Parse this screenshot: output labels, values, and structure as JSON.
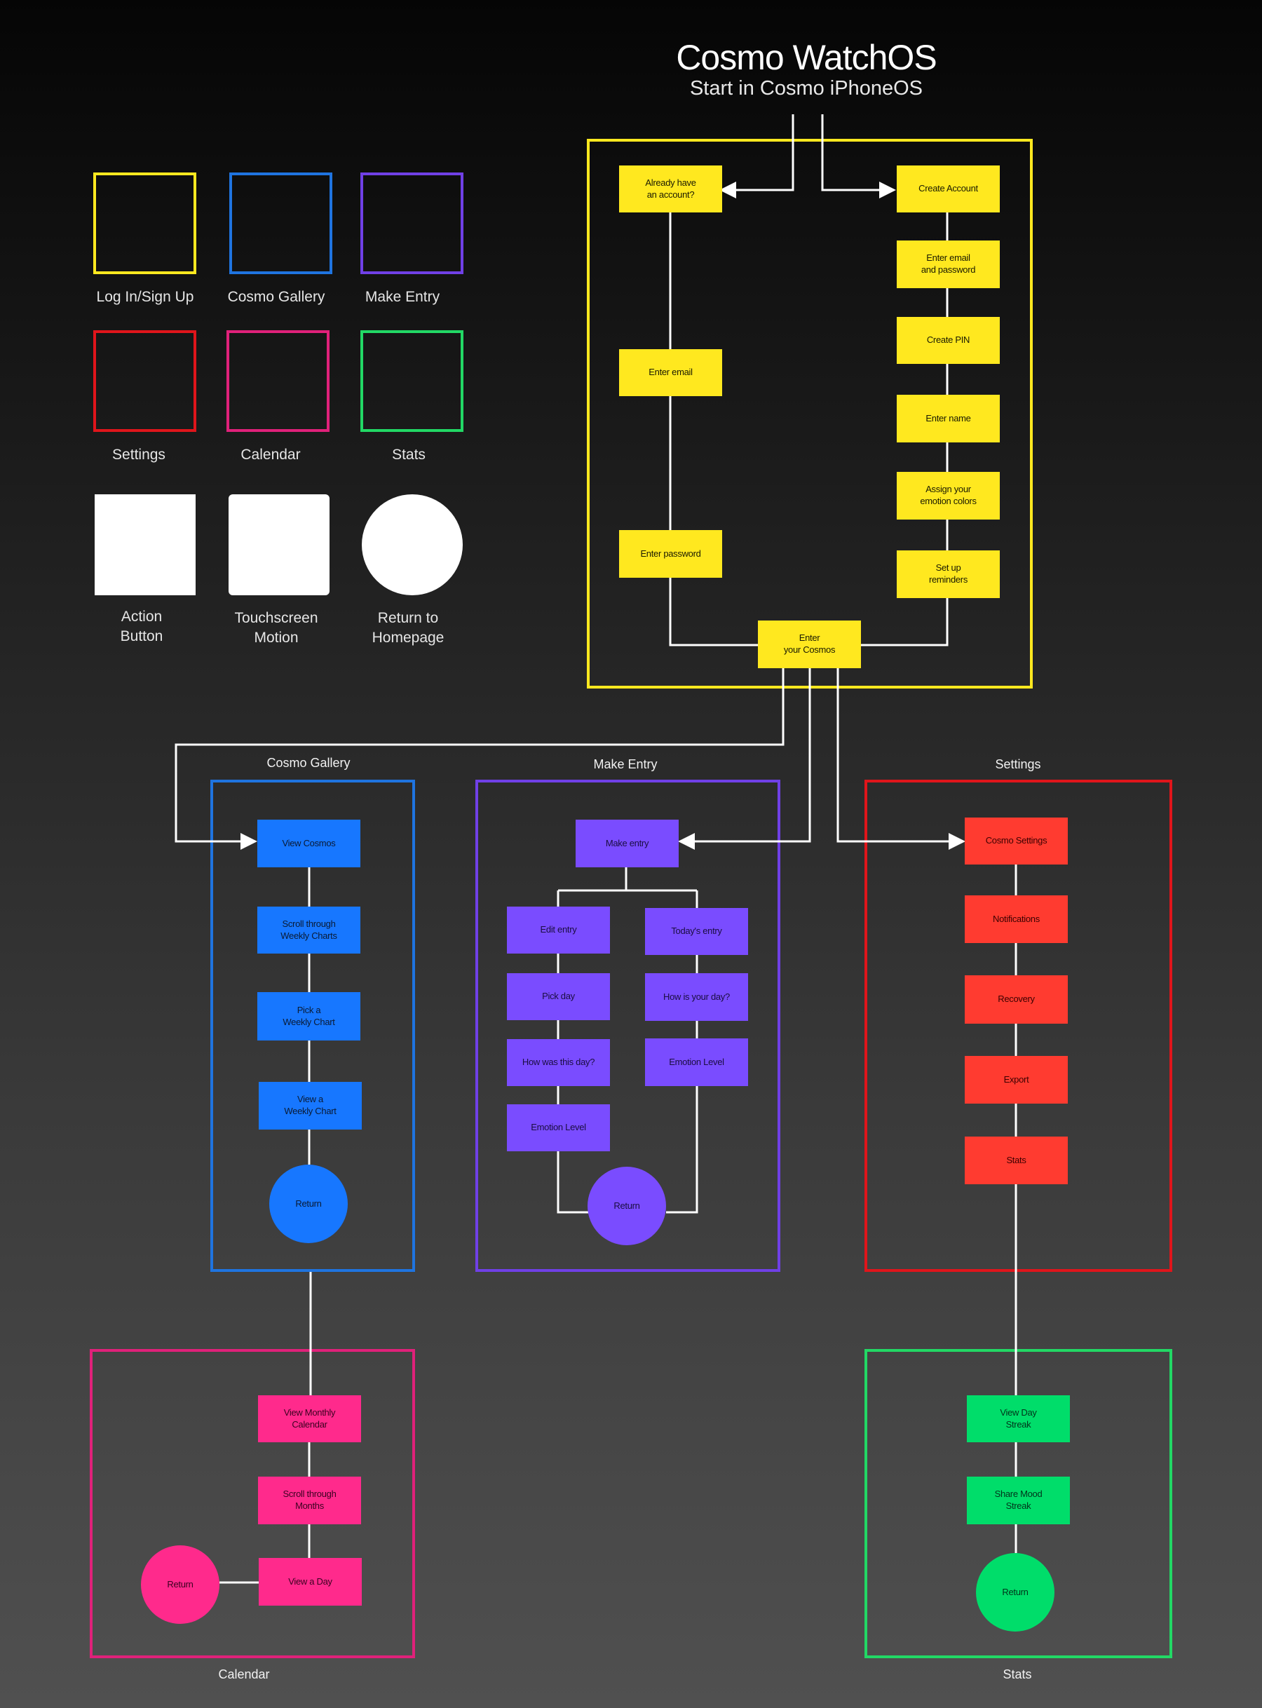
{
  "header": {
    "title": "Cosmo WatchOS",
    "subtitle": "Start in Cosmo iPhoneOS"
  },
  "colors": {
    "login": "#ffe81f",
    "gallery": "#1777ff",
    "gallery_frame": "#1f74e0",
    "entry": "#7a4cff",
    "entry_frame": "#7040e6",
    "settings": "#ff3b30",
    "settings_frame": "#e0151b",
    "calendar": "#ff2a8c",
    "calendar_frame": "#e0217a",
    "stats": "#00dd6a",
    "stats_frame": "#22d865",
    "text_on_yellow": "#1a1a00",
    "white": "#ffffff"
  },
  "legend": [
    {
      "label": "Log In/Sign Up",
      "color": "#ffe81f",
      "shape": "outline-square"
    },
    {
      "label": "Cosmo Gallery",
      "color": "#1f74e0",
      "shape": "outline-square"
    },
    {
      "label": "Make Entry",
      "color": "#7040e6",
      "shape": "outline-square"
    },
    {
      "label": "Settings",
      "color": "#e0151b",
      "shape": "outline-square"
    },
    {
      "label": "Calendar",
      "color": "#e0217a",
      "shape": "outline-square"
    },
    {
      "label": "Stats",
      "color": "#22d865",
      "shape": "outline-square"
    },
    {
      "label": "Action\nButton",
      "color": "#ffffff",
      "shape": "filled-square"
    },
    {
      "label": "Touchscreen\nMotion",
      "color": "#ffffff",
      "shape": "filled-rounded-square"
    },
    {
      "label": "Return to\nHomepage",
      "color": "#ffffff",
      "shape": "filled-circle"
    }
  ],
  "sections": {
    "gallery": "Cosmo Gallery",
    "entry": "Make Entry",
    "settings": "Settings",
    "calendar": "Calendar",
    "stats": "Stats"
  },
  "nodes": {
    "already_account": "Already have\nan account?",
    "create_account": "Create Account",
    "enter_email_password": "Enter email\nand password",
    "create_pin": "Create PIN",
    "enter_name": "Enter name",
    "assign_colors": "Assign your\nemotion colors",
    "setup_reminders": "Set up\nreminders",
    "enter_email": "Enter email",
    "enter_password": "Enter password",
    "enter_cosmos": "Enter\nyour Cosmos",
    "view_cosmos": "View Cosmos",
    "scroll_weekly": "Scroll through\nWeekly Charts",
    "pick_weekly": "Pick a\nWeekly Chart",
    "view_weekly": "View a\nWeekly Chart",
    "gallery_return": "Return",
    "make_entry": "Make entry",
    "edit_entry": "Edit entry",
    "todays_entry": "Today's entry",
    "pick_day": "Pick day",
    "how_is_day": "How is your day?",
    "how_was_day": "How was this day?",
    "emotion_level_right": "Emotion Level",
    "emotion_level_left": "Emotion Level",
    "entry_return": "Return",
    "cosmo_settings": "Cosmo Settings",
    "notifications": "Notifications",
    "recovery": "Recovery",
    "export": "Export",
    "settings_stats": "Stats",
    "view_monthly": "View Monthly\nCalendar",
    "scroll_months": "Scroll through\nMonths",
    "view_day": "View a Day",
    "calendar_return": "Return",
    "view_day_streak": "View Day\nStreak",
    "share_mood": "Share Mood\nStreak",
    "stats_return": "Return"
  }
}
